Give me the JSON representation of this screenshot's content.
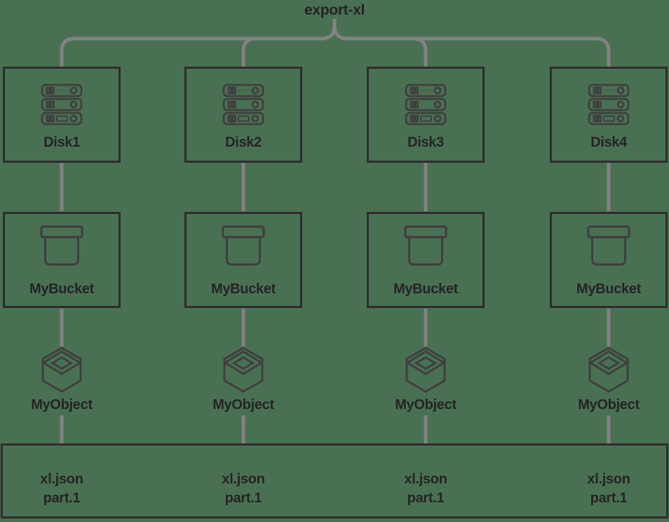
{
  "title": "export-xl",
  "columns": [
    {
      "disk_label": "Disk1",
      "bucket_label": "MyBucket",
      "object_label": "MyObject",
      "file_lines": [
        "xl.json",
        "part.1"
      ]
    },
    {
      "disk_label": "Disk2",
      "bucket_label": "MyBucket",
      "object_label": "MyObject",
      "file_lines": [
        "xl.json",
        "part.1"
      ]
    },
    {
      "disk_label": "Disk3",
      "bucket_label": "MyBucket",
      "object_label": "MyObject",
      "file_lines": [
        "xl.json",
        "part.1"
      ]
    },
    {
      "disk_label": "Disk4",
      "bucket_label": "MyBucket",
      "object_label": "MyObject",
      "file_lines": [
        "xl.json",
        "part.1"
      ]
    }
  ],
  "icons": {
    "disk": "server-stack-icon",
    "bucket": "bucket-icon",
    "object": "cube-object-icon"
  },
  "colors": {
    "background": "#4a7053",
    "box_border": "#2d2d2d",
    "connector_line": "#838383",
    "icon_stroke": "#3f3f3f",
    "label_text": "#242424"
  }
}
